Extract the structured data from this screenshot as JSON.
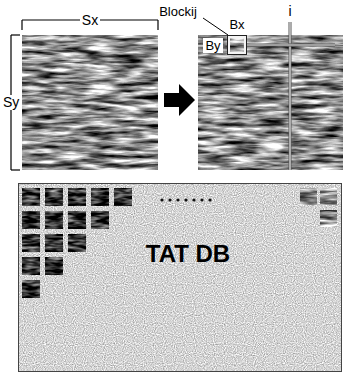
{
  "diagram": {
    "nodes": [
      {
        "text": [
          "TAT DB"
        ]
      }
    ],
    "labels": [
      "Sx",
      "Sy",
      "Blockij",
      "Bx",
      "By",
      "i"
    ]
  }
}
